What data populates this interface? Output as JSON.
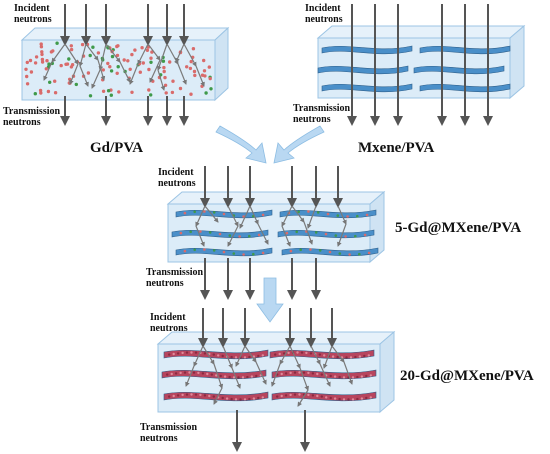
{
  "diagram": {
    "panels": [
      {
        "id": "gd-pva",
        "name": "Gd/PVA",
        "incident": [
          "Incident",
          "neutrons"
        ],
        "transmission": [
          "Transmission",
          "neutrons"
        ]
      },
      {
        "id": "mxene-pva",
        "name": "Mxene/PVA",
        "incident": [
          "Incident",
          "neutrons"
        ],
        "transmission": [
          "Transmission",
          "neutrons"
        ]
      },
      {
        "id": "gd5",
        "name": "5-Gd@MXene/PVA",
        "incident": [
          "Incident",
          "neutrons"
        ],
        "transmission": [
          "Transmission",
          "neutrons"
        ]
      },
      {
        "id": "gd20",
        "name": "20-Gd@MXene/PVA",
        "incident": [
          "Incident",
          "neutrons"
        ],
        "transmission": [
          "Transmission",
          "neutrons"
        ]
      }
    ],
    "colors": {
      "box_fill": "#dcecf8",
      "box_stroke": "#9cc4e4",
      "arrow": "#666666",
      "mxene_sheet": "#4a8fc9",
      "gd_red": "#d96b6b",
      "gd_green": "#3f9a4a",
      "gd_rich_sheet": "#b7455e",
      "flow_arrow": "#b9d8f2"
    }
  }
}
